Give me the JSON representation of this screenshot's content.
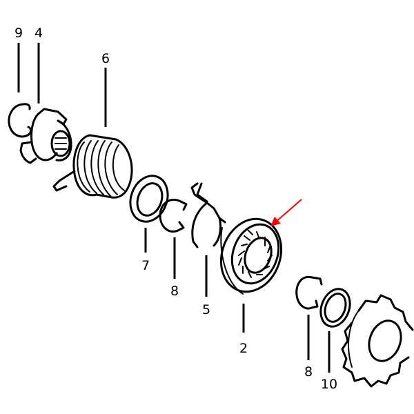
{
  "diagram": {
    "callouts": {
      "c9": "9",
      "c4": "4",
      "c6": "6",
      "c7": "7",
      "c8a": "8",
      "c5": "5",
      "c2": "2",
      "c8b": "8",
      "c10": "10"
    },
    "highlight_arrow_color": "#ff0000",
    "line_color": "#000000"
  }
}
